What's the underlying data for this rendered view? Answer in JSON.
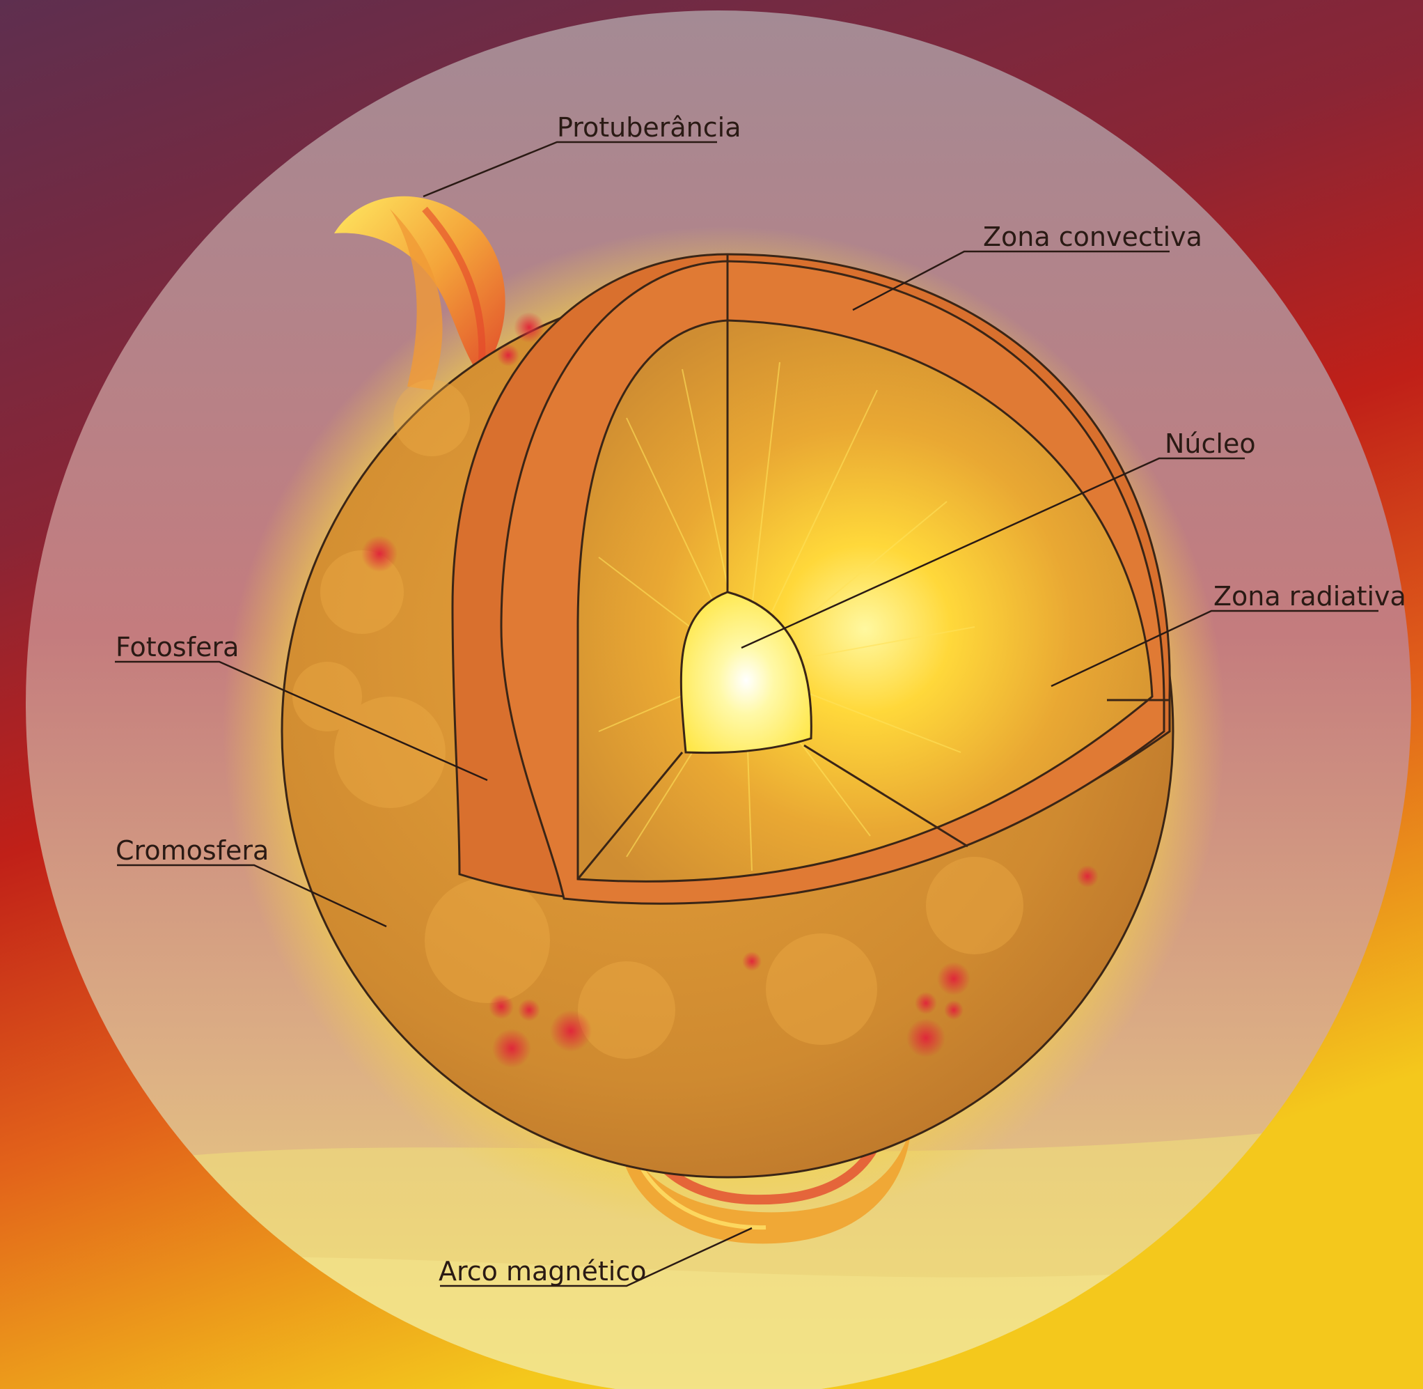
{
  "labels": {
    "protuberancia": "Protuberância",
    "zona_convectiva": "Zona convectiva",
    "nucleo": "Núcleo",
    "zona_radiativa": "Zona radiativa",
    "fotosfera": "Fotosfera",
    "cromosfera": "Cromosfera",
    "arco_magnetico": "Arco magnético"
  },
  "colors": {
    "bg_top": "#6a2f4d",
    "bg_mid": "#b3201c",
    "bg_bottom": "#f2c21a",
    "sun_body": "#d38a2c",
    "convective": "#d96a2e",
    "core": "#fff36a",
    "leader": "#2a1a14"
  }
}
